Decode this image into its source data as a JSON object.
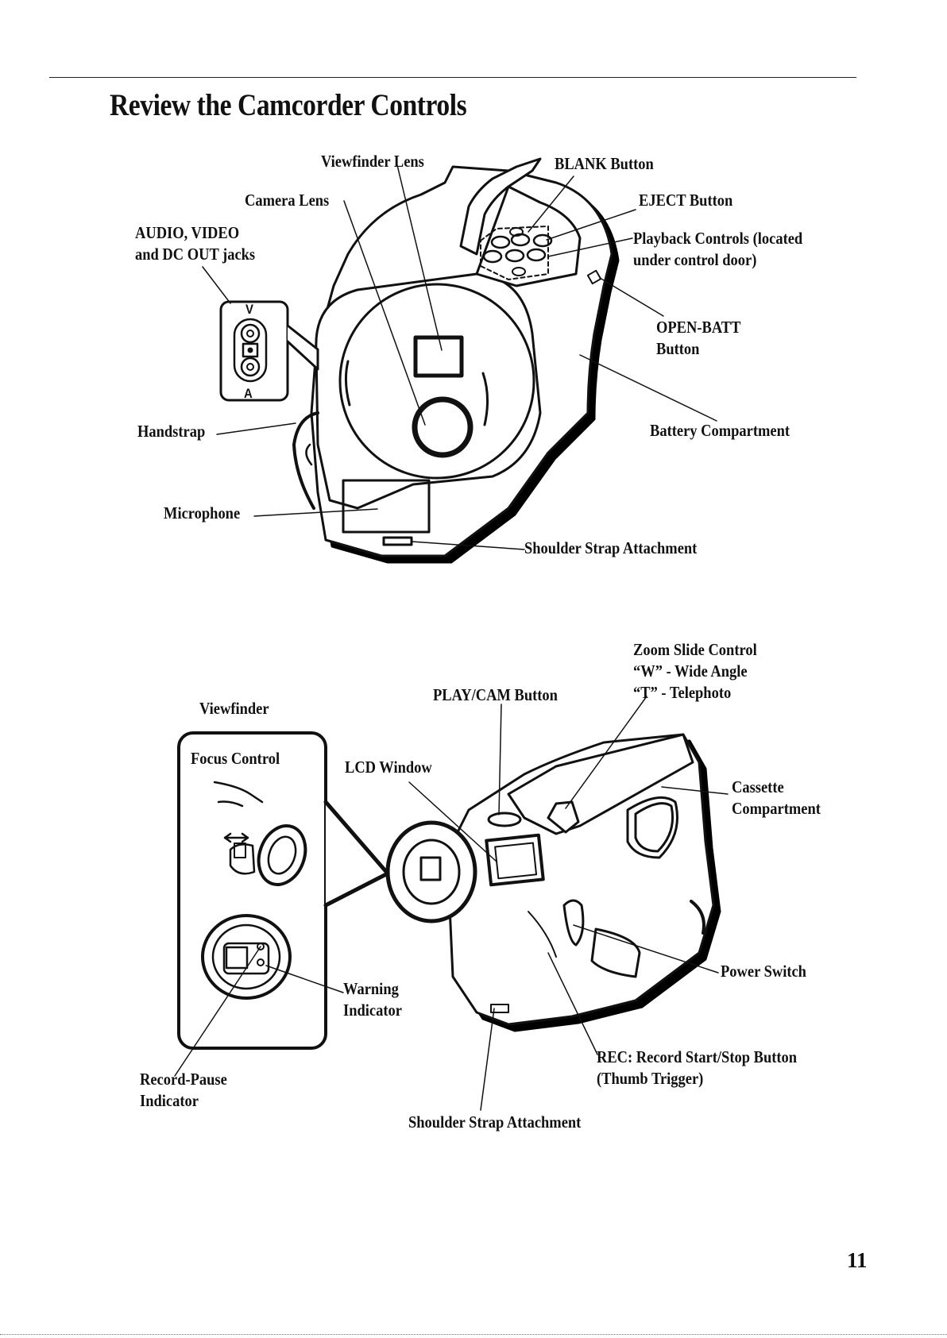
{
  "page": {
    "title": "Review the Camcorder Controls",
    "page_number": "11"
  },
  "front_view": {
    "labels": {
      "viewfinder_lens": "Viewfinder Lens",
      "blank_button": "BLANK Button",
      "camera_lens": "Camera Lens",
      "eject_button": "EJECT Button",
      "av_jacks": "AUDIO, VIDEO\nand DC OUT jacks",
      "playback_controls": "Playback Controls (located\nunder control door)",
      "open_batt": "OPEN-BATT\nButton",
      "handstrap": "Handstrap",
      "battery_compartment": "Battery Compartment",
      "microphone": "Microphone",
      "shoulder_strap": "Shoulder Strap Attachment"
    },
    "jack_letters": {
      "top": "V",
      "bottom": "A"
    }
  },
  "rear_view": {
    "labels": {
      "zoom_slide": "Zoom Slide Control\n“W” - Wide Angle\n“T” - Telephoto",
      "viewfinder": "Viewfinder",
      "play_cam": "PLAY/CAM Button",
      "focus_control": "Focus Control",
      "lcd_window": "LCD Window",
      "cassette": "Cassette\nCompartment",
      "power_switch": "Power Switch",
      "warning": "Warning\nIndicator",
      "rec_button": "REC: Record Start/Stop Button\n(Thumb Trigger)",
      "record_pause": "Record-Pause\nIndicator",
      "shoulder_strap": "Shoulder Strap Attachment"
    }
  }
}
